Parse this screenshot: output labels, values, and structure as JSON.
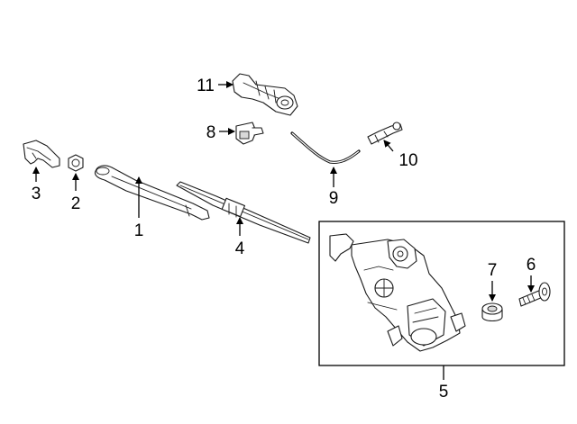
{
  "callouts": {
    "c1": "1",
    "c2": "2",
    "c3": "3",
    "c4": "4",
    "c5": "5",
    "c6": "6",
    "c7": "7",
    "c8": "8",
    "c9": "9",
    "c10": "10",
    "c11": "11"
  },
  "parts": [
    {
      "callout": "1",
      "shape": "wiper-arm"
    },
    {
      "callout": "2",
      "shape": "nut"
    },
    {
      "callout": "3",
      "shape": "cap-cover"
    },
    {
      "callout": "4",
      "shape": "wiper-blade"
    },
    {
      "callout": "5",
      "shape": "wiper-motor-assembly"
    },
    {
      "callout": "6",
      "shape": "bolt"
    },
    {
      "callout": "7",
      "shape": "grommet"
    },
    {
      "callout": "8",
      "shape": "connector"
    },
    {
      "callout": "9",
      "shape": "washer-hose"
    },
    {
      "callout": "10",
      "shape": "hose-joint"
    },
    {
      "callout": "11",
      "shape": "nozzle-hose-assembly"
    }
  ],
  "colors": {
    "line": "#1a1a1a",
    "background": "#ffffff",
    "shade": "#d9d9d9"
  }
}
